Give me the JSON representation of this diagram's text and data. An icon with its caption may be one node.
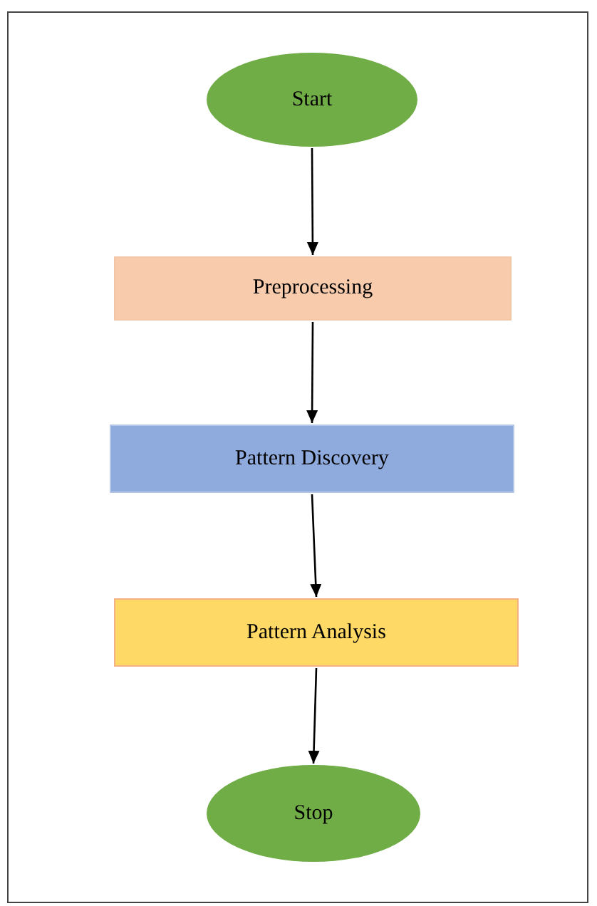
{
  "diagram": {
    "nodes": [
      {
        "text": [
          "Start"
        ]
      },
      {
        "text": [
          "Preprocessing"
        ]
      },
      {
        "text": [
          "Pattern Discovery"
        ]
      },
      {
        "text": [
          "Pattern Analysis"
        ]
      },
      {
        "text": [
          "Stop"
        ]
      }
    ],
    "edges": [
      {
        "from": 0,
        "to": 1,
        "arrow": "to"
      },
      {
        "from": 1,
        "to": 2,
        "arrow": "to"
      },
      {
        "from": 2,
        "to": 3,
        "arrow": "to"
      },
      {
        "from": 3,
        "to": 4,
        "arrow": "to"
      }
    ]
  }
}
